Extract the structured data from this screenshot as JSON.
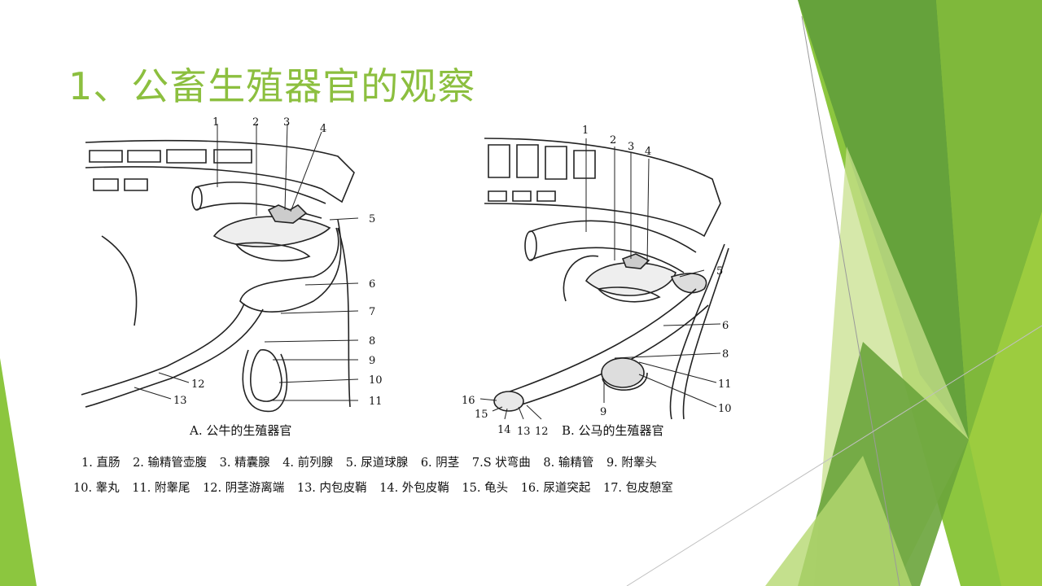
{
  "slide": {
    "title": "1、公畜生殖器官的观察"
  },
  "figure": {
    "bull_caption": "A. 公牛的生殖器官",
    "horse_caption": "B. 公马的生殖器官",
    "bull_numbers": [
      "1",
      "2",
      "3",
      "4",
      "5",
      "6",
      "7",
      "8",
      "9",
      "10",
      "11",
      "12",
      "13"
    ],
    "horse_numbers": [
      "1",
      "2",
      "3",
      "4",
      "5",
      "6",
      "8",
      "11",
      "10",
      "9",
      "16",
      "15",
      "14",
      "13",
      "12"
    ]
  },
  "legend": {
    "row1": [
      "1. 直肠",
      "2. 输精管壶腹",
      "3. 精囊腺",
      "4. 前列腺",
      "5. 尿道球腺",
      "6. 阴茎",
      "7.S 状弯曲",
      "8. 输精管",
      "9. 附睾头"
    ],
    "row2": [
      "10. 睾丸",
      "11. 附睾尾",
      "12. 阴茎游离端",
      "13. 内包皮鞘",
      "14. 外包皮鞘",
      "15. 龟头",
      "16. 尿道突起",
      "17. 包皮憩室"
    ]
  },
  "colors": {
    "title": "#8cbf3f",
    "accent_dark": "#5f9e3a",
    "accent_light": "#a6d052"
  }
}
